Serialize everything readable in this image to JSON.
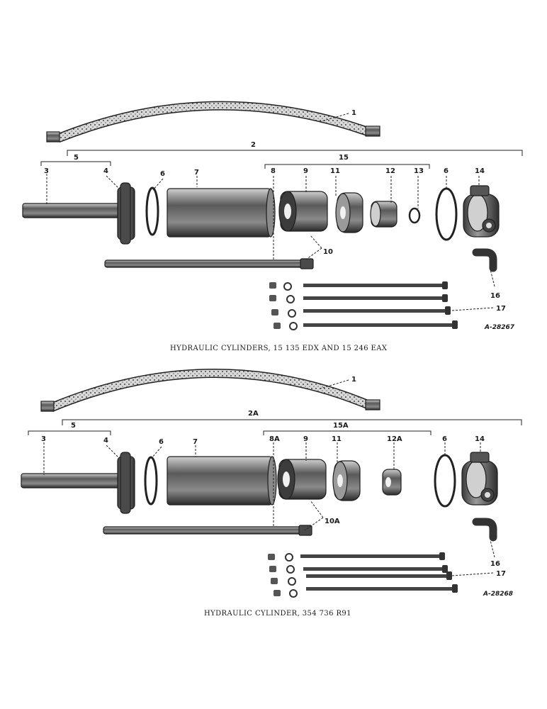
{
  "figures": [
    {
      "caption": "HYDRAULIC CYLINDERS, 15 135 EDX AND 15 246 EAX",
      "ref_code": "A-28267",
      "callouts": {
        "hose": "1",
        "assembly": "2",
        "piston_group": "5",
        "rod": "3",
        "piston": "4",
        "ring_left": "6",
        "barrel": "7",
        "head_group": "15",
        "tube": "8",
        "head": "9",
        "tube_pin": "10",
        "packing": "11",
        "nut": "12",
        "snap_ring": "13",
        "ring_right": "6",
        "cap": "14",
        "elbow": "16",
        "bolts": "17"
      }
    },
    {
      "caption": "HYDRAULIC CYLINDER, 354 736 R91",
      "ref_code": "A-28268",
      "callouts": {
        "hose": "1",
        "assembly": "2A",
        "piston_group": "5",
        "rod": "3",
        "piston": "4",
        "ring_left": "6",
        "barrel": "7",
        "head_group": "15A",
        "tube": "8A",
        "head": "9",
        "tube_pin": "10A",
        "packing": "11",
        "nut": "12A",
        "ring_right": "6",
        "cap": "14",
        "elbow": "16",
        "bolts": "17"
      }
    }
  ]
}
